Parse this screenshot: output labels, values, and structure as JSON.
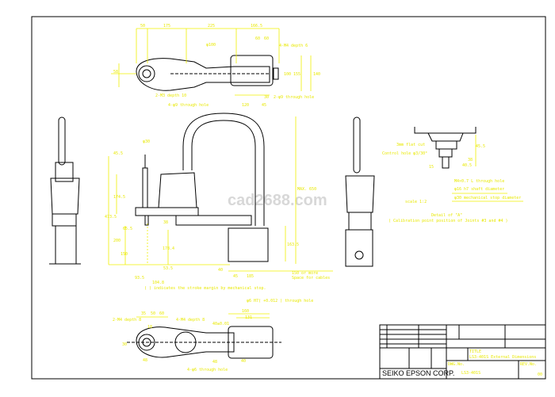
{
  "top_view": {
    "dims": [
      "50",
      "175",
      "225",
      "166.5",
      "60",
      "60",
      "155",
      "140",
      "100",
      "120",
      "45",
      "30",
      "58",
      "4-M4 depth 6",
      "φ100",
      "2-M3 depth 10",
      "4-φ9 through hole",
      "2-φ9 through hole"
    ]
  },
  "side_view": {
    "dims": [
      "φ30",
      "45.5",
      "174.5",
      "473.5",
      "38",
      "65.5",
      "200",
      "150",
      "53.5",
      "93.5",
      "104.8",
      "178.4",
      "MAX. 650",
      "163.5",
      "45",
      "185",
      "40"
    ],
    "cable_note": [
      "150 or more",
      "Space for cables"
    ],
    "stroke_note": "( ) indicates the stroke margin by mechanical stop."
  },
  "detail": {
    "notes": [
      "3mm flat cut",
      "Control hole φ3/30°",
      "M4×0.7 L through hole",
      "φ16 h7 shaft diameter",
      "φ30 mechanical stop diameter"
    ],
    "dims": [
      "45.5",
      "38",
      "40.5",
      "15"
    ],
    "scale": "scale 1:2",
    "title": "Detail of \"A\"",
    "subtitle": "( Calibration point position of Joints #3 and #4 )"
  },
  "bottom_view": {
    "dims": [
      "35",
      "50",
      "60",
      "18",
      "30",
      "2-M4 depth 8",
      "4-M4 depth 8",
      "φ6 H7( +0.012 ) through hole",
      "160",
      "131",
      "40±0.01",
      "48",
      "48",
      "40",
      "4-φ6 through hole"
    ]
  },
  "watermark": "cad2688.com",
  "title_block": {
    "company": "SEIKO EPSON CORP.",
    "title_label": "TITLE",
    "title": "LS3-401S External Dimensions",
    "dwg_label": "DWG.No.",
    "dwg_no": "LS3-401S",
    "rev_label": "REV.No.",
    "rev_no": "00"
  }
}
